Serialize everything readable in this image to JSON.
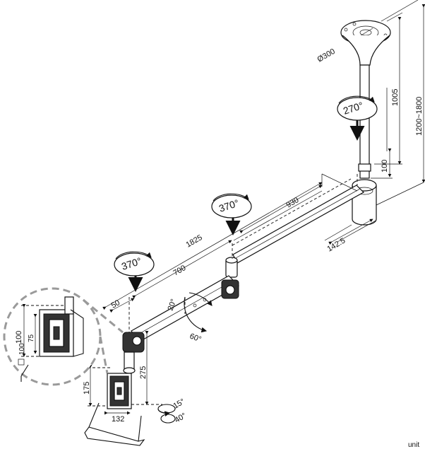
{
  "dimensions": {
    "flange_diameter": "Ø300",
    "column_length": "1005",
    "height_range": "1200~1800",
    "collar_height": "100",
    "base_offset": "142.5",
    "arm_outer": "930",
    "arm_total": "1825",
    "arm_inner": "700",
    "joint_offset": "50",
    "joint_drop": "275",
    "mount_height": "175",
    "mount_width": "132",
    "detail_height": "100",
    "detail_inner": "75",
    "detail_label": "100"
  },
  "rotations": {
    "column": "270°",
    "mid_joint": "370°",
    "inner_joint": "370°",
    "tilt_up": "20°",
    "tilt_down": "60°",
    "pan_small": "15°",
    "pan_large": "40°"
  },
  "unit_label": "unit"
}
